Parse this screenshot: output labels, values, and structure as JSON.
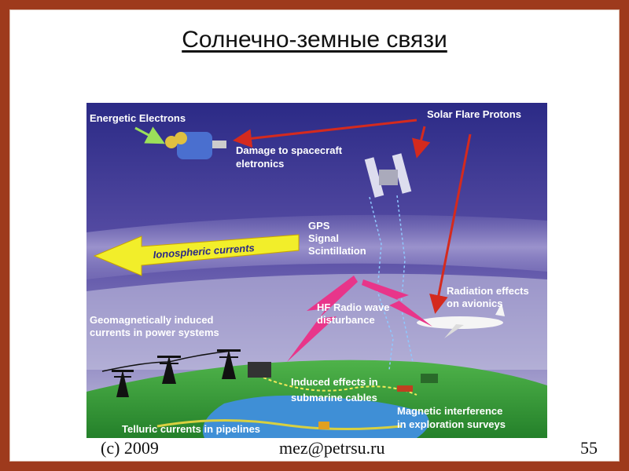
{
  "slide": {
    "title": "Солнечно-земные связи",
    "footer": {
      "copyright": "(c) 2009",
      "email": "mez@petrsu.ru",
      "page": "55"
    }
  },
  "figure": {
    "labels": {
      "energetic_electrons": "Energetic Electrons",
      "solar_flare_protons": "Solar Flare Protons",
      "damage_1": "Damage to spacecraft",
      "damage_2": "eletronics",
      "gps_1": "GPS",
      "gps_2": "Signal",
      "gps_3": "Scintillation",
      "ionospheric": "Ionospheric currents",
      "radiation_1": "Radiation effects",
      "radiation_2": "on avionics",
      "hf_1": "HF Radio wave",
      "hf_2": "disturbance",
      "geomag_1": "Geomagnetically induced",
      "geomag_2": "currents in power systems",
      "induced_1": "Induced effects in",
      "induced_2": "submarine cables",
      "magnetic_1": "Magnetic interference",
      "magnetic_2": "in exploration surveys",
      "telluric": "Telluric currents in pipelines"
    },
    "colors": {
      "sky_top": "#2b2a86",
      "sky_mid": "#6a5fb0",
      "sky_bottom": "#b8b8d8",
      "ground": "#3a9a3a",
      "water": "#3f8fd6",
      "arrow_red": "#d42a1e",
      "ionosphere_arrow": "#f2ee2a",
      "lightning": "#e8358a"
    }
  }
}
